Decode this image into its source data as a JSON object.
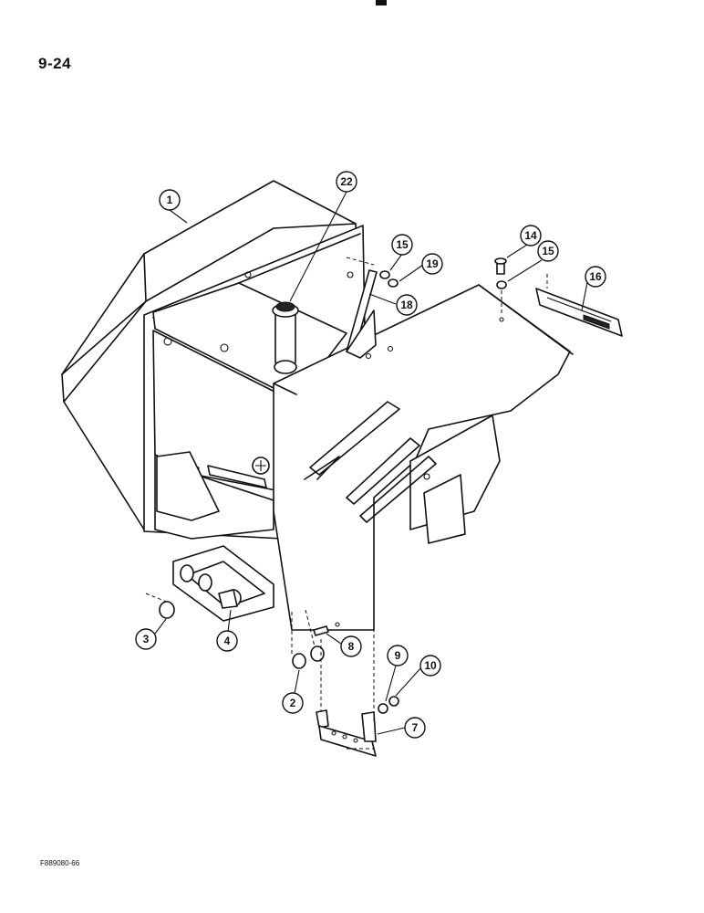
{
  "page": {
    "page_number": "9-24",
    "figure_code": "F889080-66"
  },
  "callouts": [
    {
      "id": "c1",
      "label": "1"
    },
    {
      "id": "c22",
      "label": "22"
    },
    {
      "id": "c15a",
      "label": "15"
    },
    {
      "id": "c19",
      "label": "19"
    },
    {
      "id": "c18",
      "label": "18"
    },
    {
      "id": "c14",
      "label": "14"
    },
    {
      "id": "c15b",
      "label": "15"
    },
    {
      "id": "c16",
      "label": "16"
    },
    {
      "id": "c3",
      "label": "3"
    },
    {
      "id": "c4",
      "label": "4"
    },
    {
      "id": "c8",
      "label": "8"
    },
    {
      "id": "c2",
      "label": "2"
    },
    {
      "id": "c9",
      "label": "9"
    },
    {
      "id": "c10",
      "label": "10"
    },
    {
      "id": "c7",
      "label": "7"
    }
  ]
}
